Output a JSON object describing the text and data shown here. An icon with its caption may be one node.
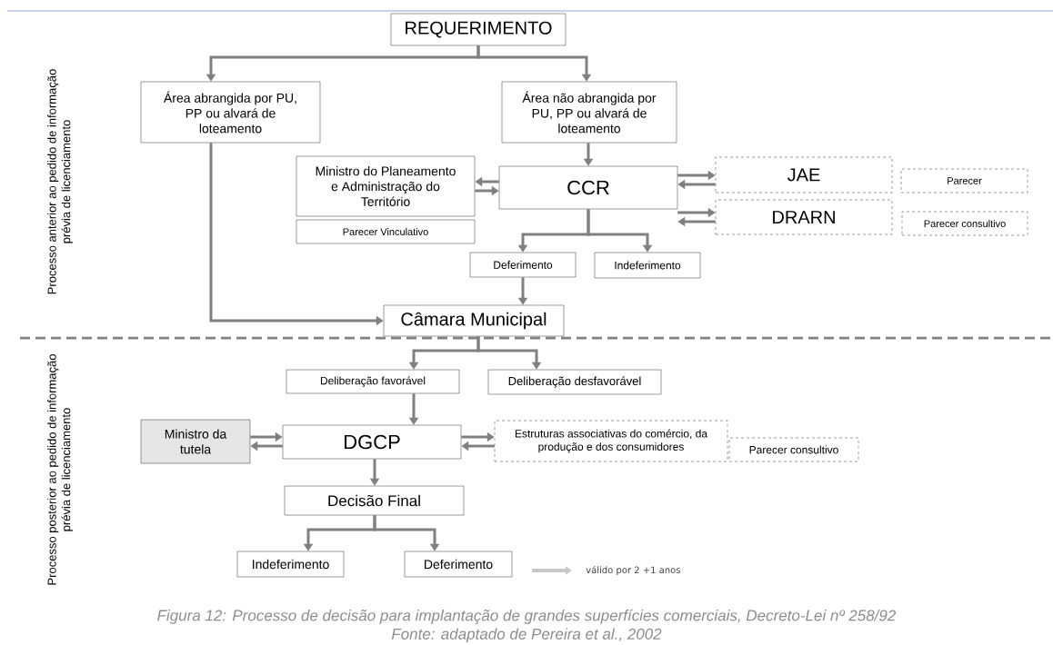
{
  "diagram": {
    "caption": "Figura 12: Processo de decisão para implantação de grandes superfícies comerciais, Decreto-Lei nº 258/92 Fonte: adaptado de Pereira et al., 2002",
    "nodes": [
      {
        "text": [
          "REQUERIMENTO"
        ]
      },
      {
        "text": [
          "Área abrangida por PU, PP ou alvará de loteamento"
        ]
      },
      {
        "text": [
          "Área não abrangida por PU, PP ou alvará de loteamento"
        ]
      },
      {
        "text": [
          "Ministro do Planeamento e Administração do Território"
        ]
      },
      {
        "text": [
          "Parecer Vinculativo"
        ]
      },
      {
        "text": [
          "CCR"
        ]
      },
      {
        "text": [
          "JAE"
        ]
      },
      {
        "text": [
          "Parecer"
        ]
      },
      {
        "text": [
          "DRARN"
        ]
      },
      {
        "text": [
          "Parecer consultivo"
        ]
      },
      {
        "text": [
          "Deferimento"
        ]
      },
      {
        "text": [
          "Indeferimento"
        ]
      },
      {
        "text": [
          "Câmara Municipal"
        ]
      },
      {
        "text": [
          "Deliberação favorável"
        ]
      },
      {
        "text": [
          "Deliberação desfavorável"
        ]
      },
      {
        "text": [
          "Ministro da tutela"
        ]
      },
      {
        "text": [
          "DGCP"
        ]
      },
      {
        "text": [
          "Estruturas associativas do comércio, da produção e dos consumidores"
        ]
      },
      {
        "text": [
          "Parecer consultivo"
        ]
      },
      {
        "text": [
          "Decisão Final"
        ]
      },
      {
        "text": [
          "Indeferimento"
        ]
      },
      {
        "text": [
          "Deferimento"
        ]
      }
    ],
    "edges": [
      {
        "from": 0,
        "to": 1,
        "arrow": "to"
      },
      {
        "from": 0,
        "to": 2,
        "arrow": "to"
      },
      {
        "from": 1,
        "to": 12,
        "arrow": "to"
      },
      {
        "from": 2,
        "to": 5,
        "arrow": "to"
      },
      {
        "from": 5,
        "to": 3,
        "arrow": "to"
      },
      {
        "from": 3,
        "to": 5,
        "arrow": "to"
      },
      {
        "from": 5,
        "to": 6,
        "arrow": "to"
      },
      {
        "from": 6,
        "to": 5,
        "arrow": "to"
      },
      {
        "from": 5,
        "to": 8,
        "arrow": "to"
      },
      {
        "from": 8,
        "to": 5,
        "arrow": "to"
      },
      {
        "from": 5,
        "to": 10,
        "arrow": "to"
      },
      {
        "from": 5,
        "to": 11,
        "arrow": "to"
      },
      {
        "from": 10,
        "to": 12,
        "arrow": "to"
      },
      {
        "from": 12,
        "to": 13,
        "arrow": "to"
      },
      {
        "from": 12,
        "to": 14,
        "arrow": "to"
      },
      {
        "from": 13,
        "to": 16,
        "arrow": "to"
      },
      {
        "from": 15,
        "to": 16,
        "arrow": "to"
      },
      {
        "from": 16,
        "to": 15,
        "arrow": "to"
      },
      {
        "from": 16,
        "to": 17,
        "arrow": "to"
      },
      {
        "from": 17,
        "to": 16,
        "arrow": "to"
      },
      {
        "from": 16,
        "to": 19,
        "arrow": "to"
      },
      {
        "from": 19,
        "to": 20,
        "arrow": "to"
      },
      {
        "from": 19,
        "to": 21,
        "arrow": "to"
      }
    ],
    "labels": [
      "Processo anterior ao pedido de informação prévia de licenciamento",
      "Processo posterior ao pedido de informação prévia de licenciamento"
    ],
    "legend": [
      {
        "text": "válido por 2 +1 anos"
      }
    ]
  }
}
